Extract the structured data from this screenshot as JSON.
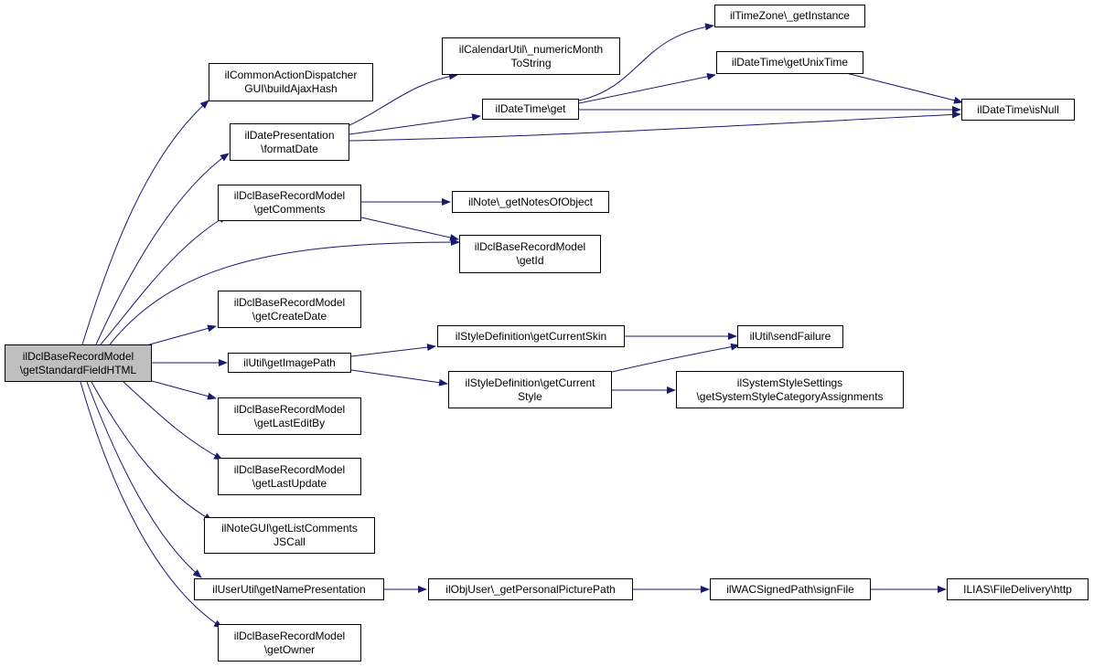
{
  "colors": {
    "edge": "#191970",
    "root_fill": "#bfbfbf",
    "node_fill": "#ffffff",
    "border": "#000000"
  },
  "nodes": {
    "root": [
      "ilDclBaseRecordModel",
      "\\getStandardFieldHTML"
    ],
    "buildAjaxHash": [
      "ilCommonActionDispatcher",
      "GUI\\buildAjaxHash"
    ],
    "formatDate": [
      "ilDatePresentation",
      "\\formatDate"
    ],
    "getComments": [
      "ilDclBaseRecordModel",
      "\\getComments"
    ],
    "getId": [
      "ilDclBaseRecordModel",
      "\\getId"
    ],
    "getCreateDate": [
      "ilDclBaseRecordModel",
      "\\getCreateDate"
    ],
    "getImagePath": [
      "ilUtil\\getImagePath"
    ],
    "getLastEditBy": [
      "ilDclBaseRecordModel",
      "\\getLastEditBy"
    ],
    "getLastUpdate": [
      "ilDclBaseRecordModel",
      "\\getLastUpdate"
    ],
    "getListCommentsJSCall": [
      "ilNoteGUI\\getListComments",
      "JSCall"
    ],
    "getNamePresentation": [
      "ilUserUtil\\getNamePresentation"
    ],
    "getOwner": [
      "ilDclBaseRecordModel",
      "\\getOwner"
    ],
    "numericMonthToString": [
      "ilCalendarUtil\\_numericMonth",
      "ToString"
    ],
    "dateTimeGet": [
      "ilDateTime\\get"
    ],
    "getNotesOfObject": [
      "ilNote\\_getNotesOfObject"
    ],
    "getCurrentSkin": [
      "ilStyleDefinition\\getCurrentSkin"
    ],
    "getCurrentStyle": [
      "ilStyleDefinition\\getCurrent",
      "Style"
    ],
    "getPersonalPicturePath": [
      "ilObjUser\\_getPersonalPicturePath"
    ],
    "timeZoneGetInstance": [
      "ilTimeZone\\_getInstance"
    ],
    "getUnixTime": [
      "ilDateTime\\getUnixTime"
    ],
    "isNull": [
      "ilDateTime\\isNull"
    ],
    "sendFailure": [
      "ilUtil\\sendFailure"
    ],
    "getSystemStyleCategoryAssignments": [
      "ilSystemStyleSettings",
      "\\getSystemStyleCategoryAssignments"
    ],
    "signFile": [
      "ilWACSignedPath\\signFile"
    ],
    "fileDeliveryHttp": [
      "ILIAS\\FileDelivery\\http"
    ]
  }
}
